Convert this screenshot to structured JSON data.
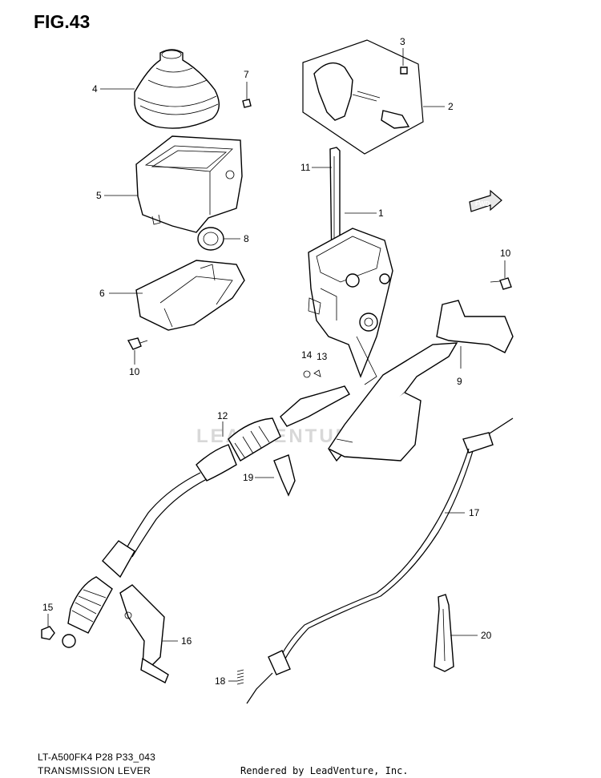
{
  "figure": {
    "title": "FIG.43",
    "code": "LT-A500FK4 P28 P33_043",
    "name": "TRANSMISSION LEVER",
    "rendered_by": "Rendered by LeadVenture, Inc.",
    "watermark": "LEADVENTURE",
    "fwd_label": "FWD"
  },
  "callouts": {
    "c1": "1",
    "c2": "2",
    "c3": "3",
    "c4": "4",
    "c5": "5",
    "c6": "6",
    "c7": "7",
    "c8": "8",
    "c9": "9",
    "c10a": "10",
    "c10b": "10",
    "c11": "11",
    "c12": "12",
    "c13": "13",
    "c14": "14",
    "c15": "15",
    "c16": "16",
    "c17": "17",
    "c18": "18",
    "c19": "19",
    "c20": "20"
  }
}
